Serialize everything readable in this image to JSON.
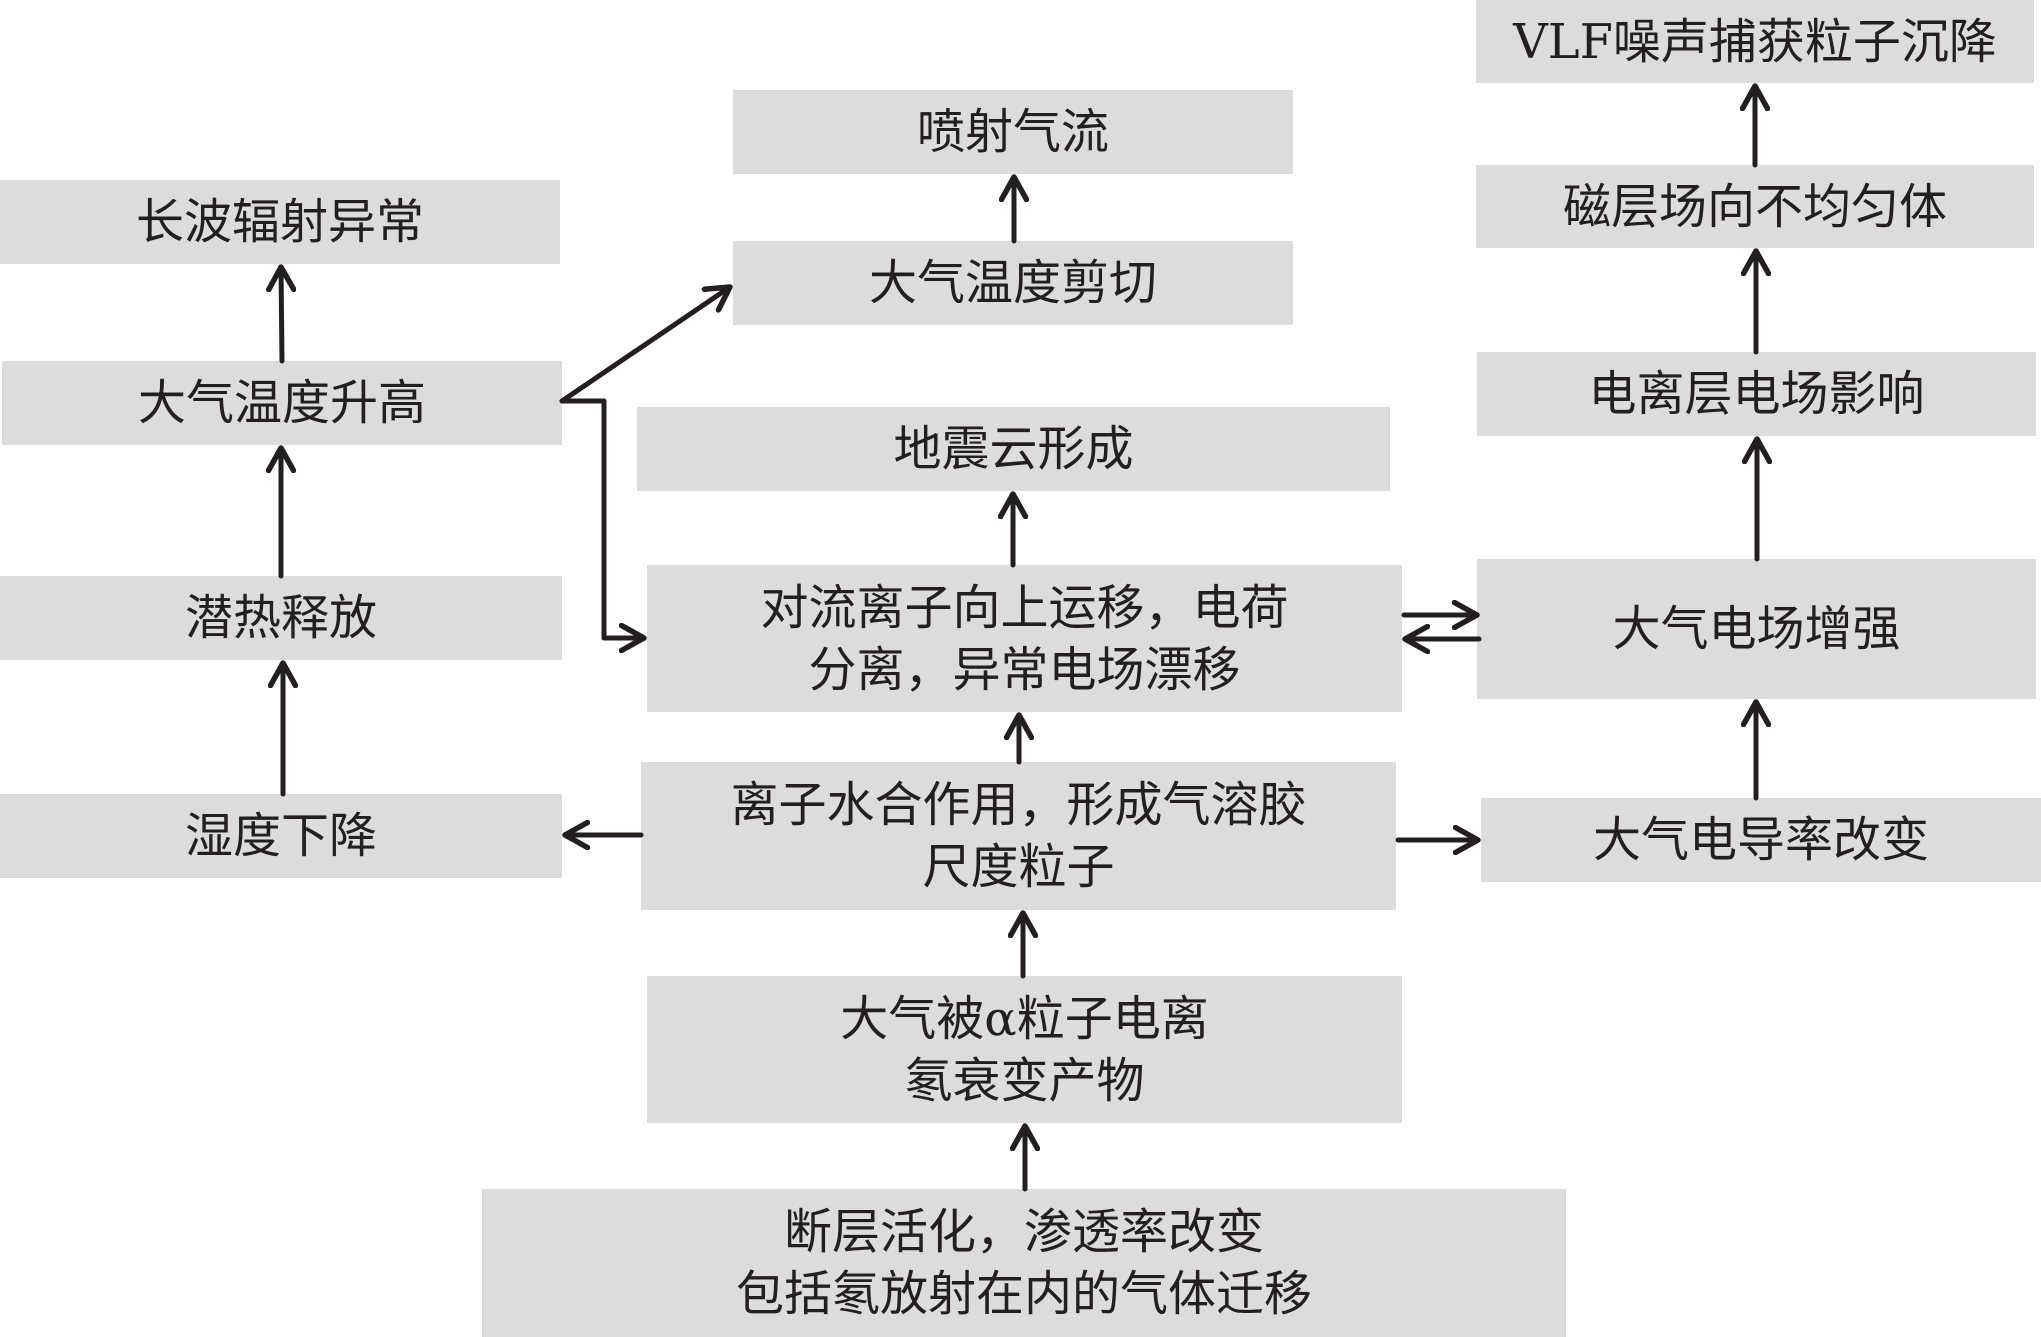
{
  "diagram": {
    "nodes": {
      "vlf": {
        "lines": [
          "VLF噪声捕获粒子沉降"
        ]
      },
      "magnetosphere": {
        "lines": [
          "磁层场向不均匀体"
        ]
      },
      "ionosphere_field": {
        "lines": [
          "电离层电场影响"
        ]
      },
      "atm_field_enhance": {
        "lines": [
          "大气电场增强"
        ]
      },
      "atm_conductivity": {
        "lines": [
          "大气电导率改变"
        ]
      },
      "jet_stream": {
        "lines": [
          "喷射气流"
        ]
      },
      "temp_shear": {
        "lines": [
          "大气温度剪切"
        ]
      },
      "quake_cloud": {
        "lines": [
          "地震云形成"
        ]
      },
      "convection": {
        "lines": [
          "对流离子向上运移，电荷",
          "分离，异常电场漂移"
        ]
      },
      "ion_hydration": {
        "lines": [
          "离子水合作用，形成气溶胶",
          "尺度粒子"
        ]
      },
      "alpha_ionization": {
        "lines": [
          "大气被α粒子电离",
          "氡衰变产物"
        ]
      },
      "fault_activation": {
        "lines": [
          "断层活化，渗透率改变",
          "包括氡放射在内的气体迁移"
        ]
      },
      "longwave": {
        "lines": [
          "长波辐射异常"
        ]
      },
      "temp_rise": {
        "lines": [
          "大气温度升高"
        ]
      },
      "latent_heat": {
        "lines": [
          "潜热释放"
        ]
      },
      "humidity_drop": {
        "lines": [
          "湿度下降"
        ]
      }
    },
    "edges": [
      {
        "from": "fault_activation",
        "to": "alpha_ionization"
      },
      {
        "from": "alpha_ionization",
        "to": "ion_hydration"
      },
      {
        "from": "ion_hydration",
        "to": "convection"
      },
      {
        "from": "ion_hydration",
        "to": "humidity_drop"
      },
      {
        "from": "ion_hydration",
        "to": "atm_conductivity"
      },
      {
        "from": "convection",
        "to": "quake_cloud"
      },
      {
        "from": "convection",
        "to": "atm_field_enhance"
      },
      {
        "from": "atm_field_enhance",
        "to": "convection"
      },
      {
        "from": "atm_conductivity",
        "to": "atm_field_enhance"
      },
      {
        "from": "atm_field_enhance",
        "to": "ionosphere_field"
      },
      {
        "from": "ionosphere_field",
        "to": "magnetosphere"
      },
      {
        "from": "magnetosphere",
        "to": "vlf"
      },
      {
        "from": "humidity_drop",
        "to": "latent_heat"
      },
      {
        "from": "latent_heat",
        "to": "temp_rise"
      },
      {
        "from": "temp_rise",
        "to": "longwave"
      },
      {
        "from": "temp_rise",
        "to": "temp_shear"
      },
      {
        "from": "temp_rise",
        "to": "convection"
      },
      {
        "from": "temp_shear",
        "to": "jet_stream"
      }
    ],
    "colors": {
      "box_fill": "#dcdcdc",
      "arrow": "#231f20",
      "text": "#231f20"
    }
  }
}
